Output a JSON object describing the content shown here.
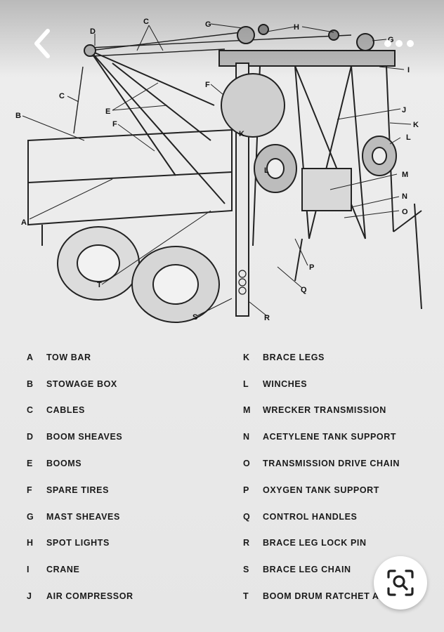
{
  "legend": {
    "left": [
      {
        "letter": "A",
        "text": "TOW BAR"
      },
      {
        "letter": "B",
        "text": "STOWAGE BOX"
      },
      {
        "letter": "C",
        "text": "CABLES"
      },
      {
        "letter": "D",
        "text": "BOOM SHEAVES"
      },
      {
        "letter": "E",
        "text": "BOOMS"
      },
      {
        "letter": "F",
        "text": "SPARE TIRES"
      },
      {
        "letter": "G",
        "text": "MAST SHEAVES"
      },
      {
        "letter": "H",
        "text": "SPOT LIGHTS"
      },
      {
        "letter": "I",
        "text": "CRANE"
      },
      {
        "letter": "J",
        "text": "AIR COMPRESSOR"
      }
    ],
    "right": [
      {
        "letter": "K",
        "text": "BRACE LEGS"
      },
      {
        "letter": "L",
        "text": "WINCHES"
      },
      {
        "letter": "M",
        "text": "WRECKER TRANSMISSION"
      },
      {
        "letter": "N",
        "text": "ACETYLENE TANK SUPPORT"
      },
      {
        "letter": "O",
        "text": "TRANSMISSION DRIVE CHAIN"
      },
      {
        "letter": "P",
        "text": "OXYGEN TANK SUPPORT"
      },
      {
        "letter": "Q",
        "text": "CONTROL HANDLES"
      },
      {
        "letter": "R",
        "text": "BRACE LEG LOCK PIN"
      },
      {
        "letter": "S",
        "text": "BRACE LEG CHAIN"
      },
      {
        "letter": "T",
        "text": "BOOM DRUM RATCHET AND PAWL"
      }
    ]
  },
  "diagram_labels": {
    "a": "A",
    "b": "B",
    "c1": "C",
    "c2": "C",
    "d": "D",
    "e": "E",
    "f1": "F",
    "f2": "F",
    "g1": "G",
    "g2": "G",
    "h": "H",
    "i": "I",
    "j": "J",
    "k1": "K",
    "k2": "K",
    "l1": "L",
    "l2": "L",
    "m": "M",
    "n": "N",
    "o": "O",
    "p": "P",
    "q": "Q",
    "r": "R",
    "s": "S",
    "t": "T"
  },
  "icons": {
    "back": "chevron-left-icon",
    "more": "more-dots-icon",
    "lens": "visual-search-icon"
  }
}
